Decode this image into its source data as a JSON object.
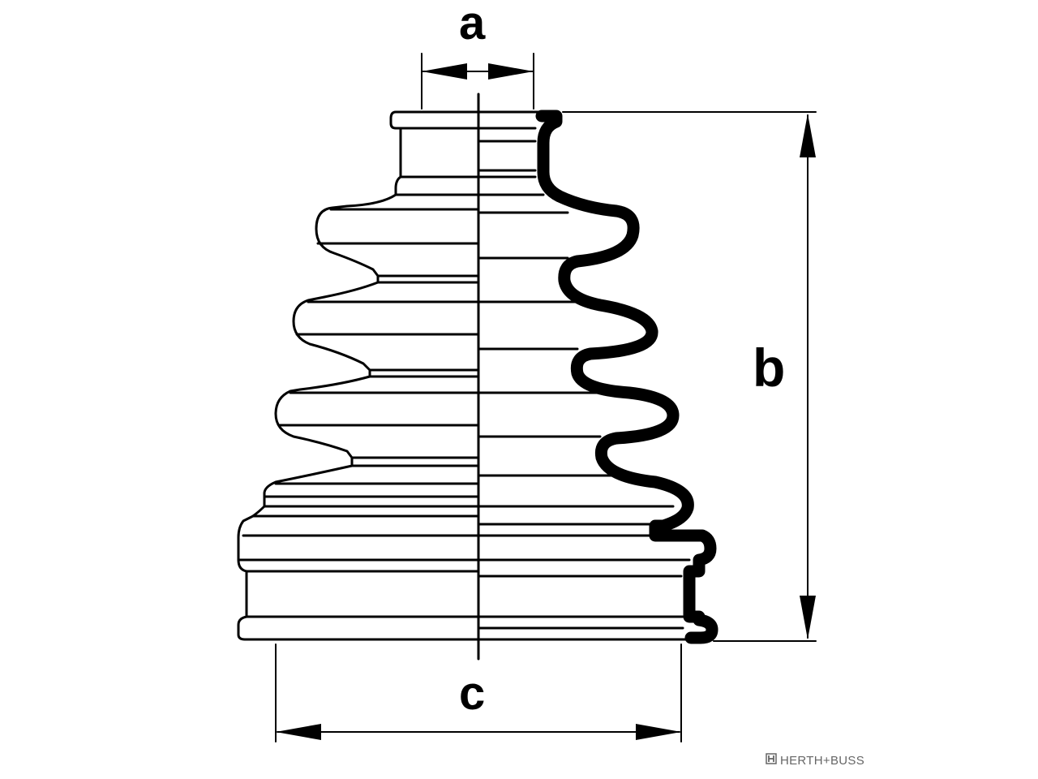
{
  "diagram": {
    "dimension_labels": {
      "a": "a",
      "b": "b",
      "c": "c"
    },
    "brand": {
      "text": "HERTH+BUSS",
      "icon": "herth-buss-logo-icon"
    },
    "colors": {
      "line": "#000000",
      "background": "#ffffff",
      "brand": "#666666"
    }
  }
}
